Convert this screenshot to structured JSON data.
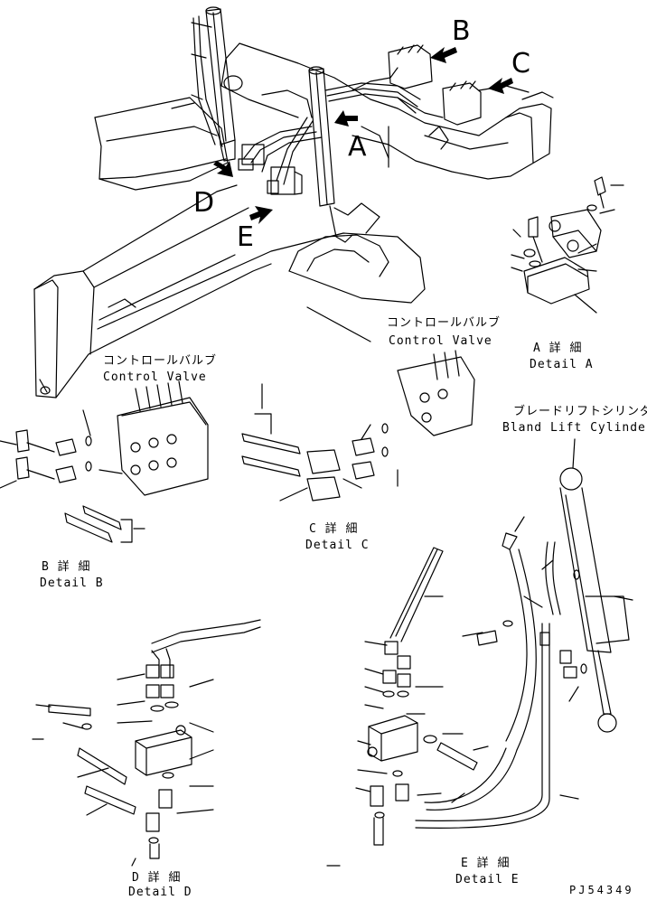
{
  "callouts": {
    "a": "A",
    "b": "B",
    "c": "C",
    "d": "D",
    "e": "E"
  },
  "labels": {
    "main_control_valve_jp": "コントロールバルブ",
    "main_control_valve_en": "Control Valve",
    "left_control_valve_jp": "コントロールバルブ",
    "left_control_valve_en": "Control Valve",
    "cylinder_jp": "ブレードリフトシリンダ",
    "cylinder_en": "Bland Lift Cylinder"
  },
  "details": {
    "a_jp": "A 詳 細",
    "a_en": "Detail A",
    "b_jp": "B 詳 細",
    "b_en": "Detail B",
    "c_jp": "C 詳 細",
    "c_en": "Detail C",
    "d_jp": "D 詳 細",
    "d_en": "Detail D",
    "e_jp": "E 詳 細",
    "e_en": "Detail E"
  },
  "drawing_code": "PJ54349"
}
